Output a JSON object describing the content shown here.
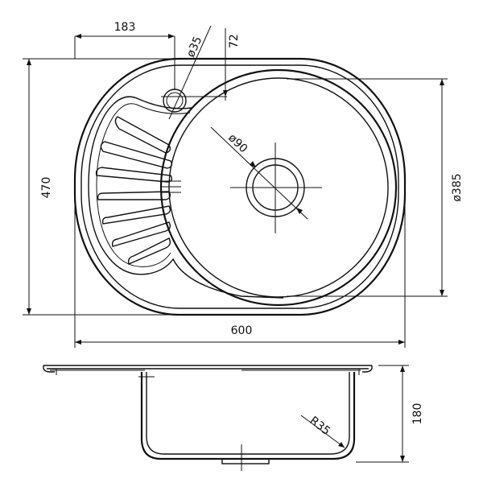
{
  "drawing": {
    "top_view": {
      "width_dim": "600",
      "height_dim": "470",
      "offset_dim": "183",
      "tap_hole_dim": "ø35",
      "tap_offset_dim": "72",
      "drain_dim": "ø90",
      "bowl_dim": "ø385"
    },
    "side_view": {
      "depth_dim": "180",
      "radius_dim": "R35"
    },
    "colors": {
      "line": "#111111",
      "background": "#ffffff"
    }
  }
}
